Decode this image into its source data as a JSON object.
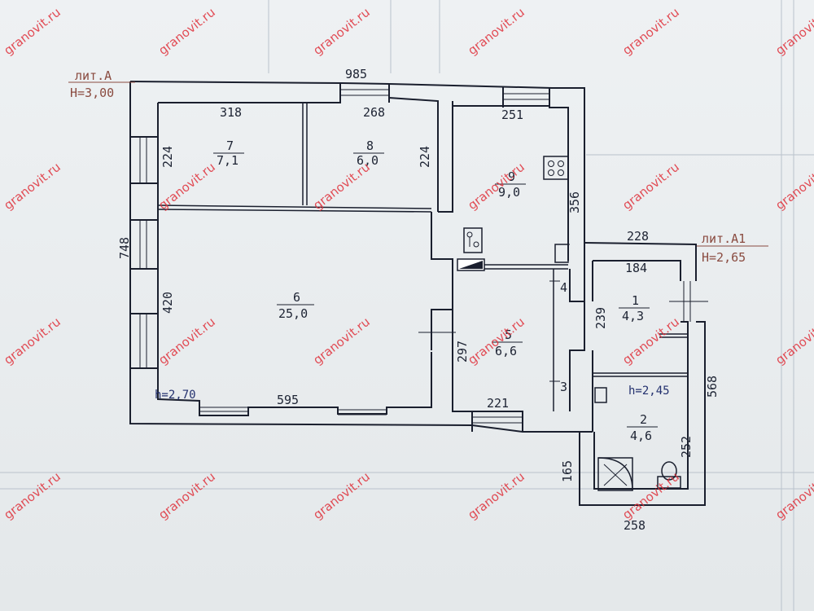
{
  "labels": {
    "lit_a": "лит.А",
    "h_a": "H=3,00",
    "lit_a1": "лит.А1",
    "h_a1": "H=2,65",
    "h_270": "h=2,70",
    "h_245": "h=2,45"
  },
  "dimensions": {
    "d985": "985",
    "d318": "318",
    "d268": "268",
    "d251": "251",
    "d224_left": "224",
    "d224_right": "224",
    "d356": "356",
    "d748": "748",
    "d420": "420",
    "d595": "595",
    "d297": "297",
    "d221": "221",
    "d228": "228",
    "d184": "184",
    "d239": "239",
    "d568": "568",
    "d252": "252",
    "d165": "165",
    "d258": "258",
    "d4": "4",
    "d3": "3"
  },
  "rooms": [
    {
      "number": "7",
      "area": "7,1"
    },
    {
      "number": "8",
      "area": "6,0"
    },
    {
      "number": "9",
      "area": "9,0"
    },
    {
      "number": "6",
      "area": "25,0"
    },
    {
      "number": "5",
      "area": "6,6"
    },
    {
      "number": "1",
      "area": "4,3"
    },
    {
      "number": "2",
      "area": "4,6"
    }
  ],
  "watermark": "granovit.ru",
  "colors": {
    "wall": "#1a1f2e",
    "lit_text": "#8a4b40",
    "watermark": "#e0303a",
    "h_text": "#23306e"
  }
}
